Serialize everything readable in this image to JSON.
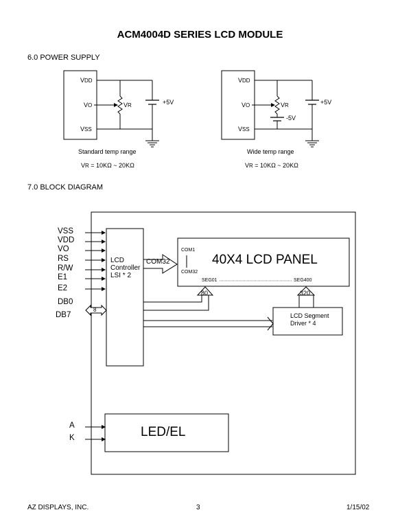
{
  "header": {
    "title": "ACM4004D SERIES LCD MODULE"
  },
  "power_supply": {
    "heading": "6.0 POWER SUPPLY",
    "standard": {
      "pins": {
        "vdd": "V",
        "vdd_sub": "DD",
        "vo": "V",
        "vo_sub": "O",
        "vss": "V",
        "vss_sub": "SS"
      },
      "vr_label": "V",
      "vr_sub": "R",
      "supply": "+5V",
      "caption": "Standard temp range",
      "range_prefix": "V",
      "range_sub": "R",
      "range_value": " = 10KΩ ~ 20KΩ"
    },
    "wide": {
      "pins": {
        "vdd": "V",
        "vdd_sub": "DD",
        "vo": "V",
        "vo_sub": "O",
        "vss": "V",
        "vss_sub": "SS"
      },
      "vr_label": "V",
      "vr_sub": "R",
      "supply": "+5V",
      "negative_supply": "-5V",
      "caption": "Wide temp range",
      "range_prefix": "V",
      "range_sub": "R",
      "range_value": " = 10KΩ ~ 20KΩ"
    }
  },
  "block_diagram": {
    "heading": "7.0  BLOCK DIAGRAM",
    "inputs": [
      "VSS",
      "VDD",
      "VO",
      "RS",
      "R/W",
      "E1",
      "E2"
    ],
    "data_bus_start": "DB0",
    "data_bus_end": "DB7",
    "bus_width": "8",
    "controller": {
      "line1": "LCD",
      "line2": "Controller",
      "line3": "LSI * 2"
    },
    "com_bus": "COM32",
    "panel": {
      "title": "40X4 LCD PANEL",
      "com_top": "COM1",
      "com_bottom": "COM32",
      "seg_start": "SEG01",
      "seg_end": "SEG400"
    },
    "bus_80": "80",
    "bus_320": "320",
    "segment_driver": {
      "line1": "LCD Segment",
      "line2": "Driver * 4"
    },
    "backlight_pins": [
      "A",
      "K"
    ],
    "backlight": "LED/EL"
  },
  "footer": {
    "company": "AZ DISPLAYS, INC.",
    "page": "3",
    "date": "1/15/02"
  }
}
